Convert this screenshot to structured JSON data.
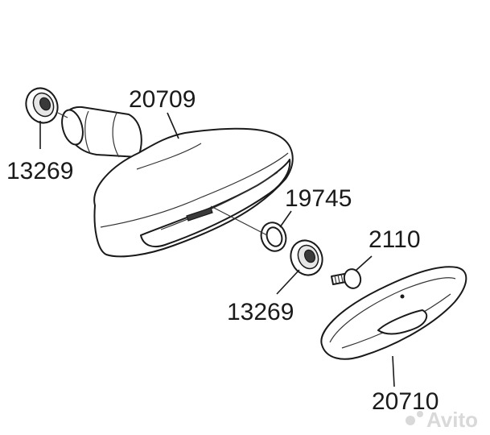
{
  "labels": {
    "l20709": "20709",
    "l13269_top": "13269",
    "l19745": "19745",
    "l2110": "2110",
    "l13269_mid": "13269",
    "l20710": "20710"
  },
  "watermark": "Avito",
  "colors": {
    "line": "#1a1a1a",
    "background": "#ffffff",
    "watermark": "#d9d9d9"
  }
}
